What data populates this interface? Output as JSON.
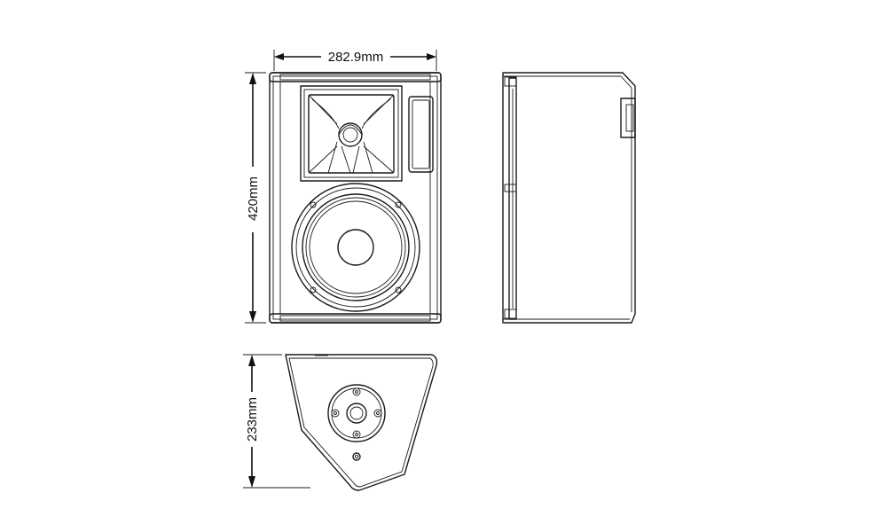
{
  "dimensions": {
    "width": "282.9mm",
    "height": "420mm",
    "depth": "233mm"
  },
  "colors": {
    "line": "#1a1a1a",
    "background": "#ffffff"
  }
}
